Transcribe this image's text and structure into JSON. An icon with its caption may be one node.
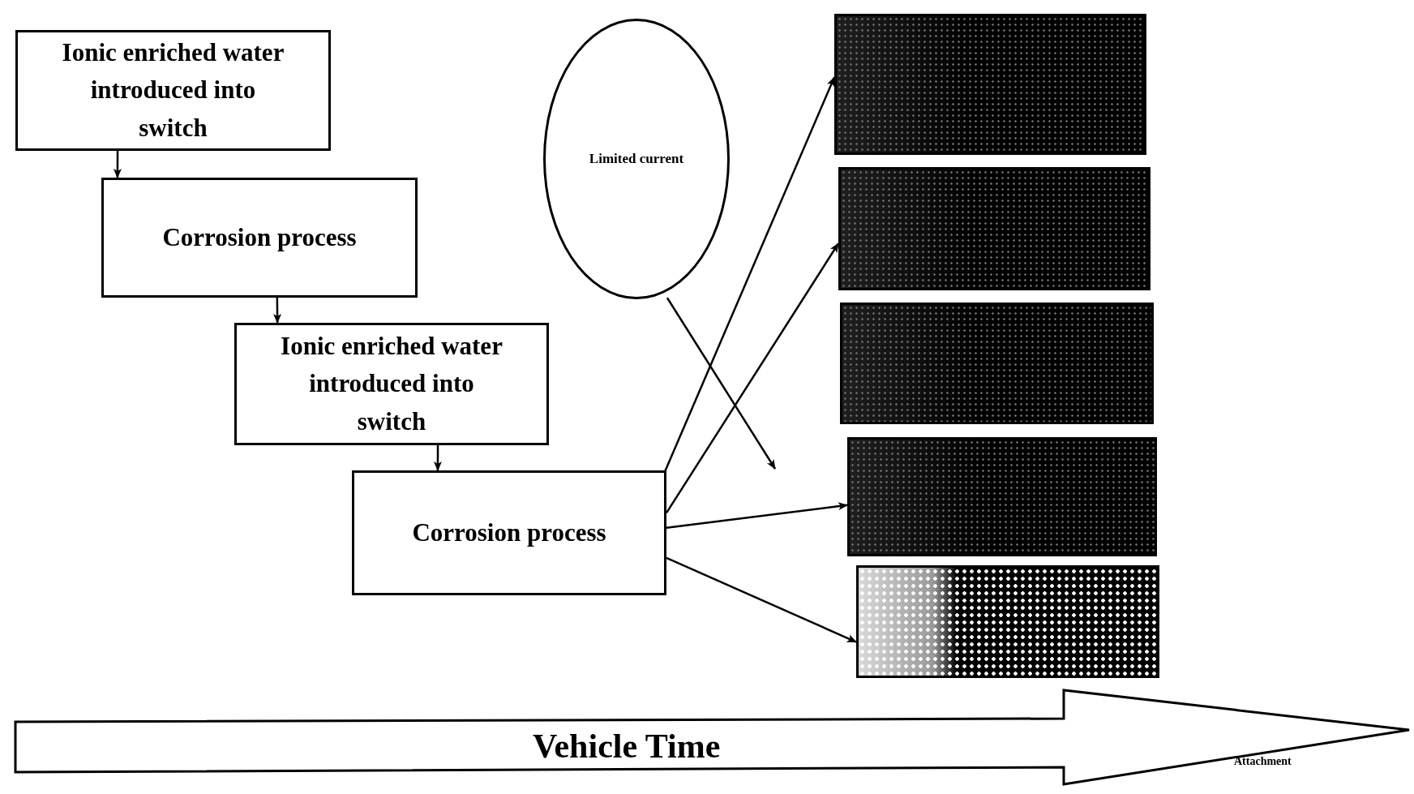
{
  "diagram": {
    "nodes": [
      {
        "text": [
          "Ionic enriched water introduced into switch"
        ]
      },
      {
        "text": [
          "Corrosion process"
        ]
      },
      {
        "text": [
          "Ionic enriched water introduced into switch"
        ]
      },
      {
        "text": [
          "Corrosion process"
        ]
      },
      {
        "text": [
          "Limited current"
        ]
      },
      {
        "text": [],
        "shape": "box"
      },
      {
        "text": [],
        "shape": "box"
      },
      {
        "text": [],
        "shape": "box"
      },
      {
        "text": [],
        "shape": "box"
      },
      {
        "text": [],
        "shape": "box"
      },
      {
        "text": [
          "Vehicle Time",
          "Attachment"
        ]
      }
    ],
    "edges": [
      {
        "from": 0,
        "to": 1,
        "arrow": "to"
      },
      {
        "from": 1,
        "to": 2,
        "arrow": "to"
      },
      {
        "from": 2,
        "to": 3,
        "arrow": "to"
      },
      {
        "from": 3,
        "to": 5,
        "arrow": "to"
      },
      {
        "from": 3,
        "to": 6,
        "arrow": "to"
      },
      {
        "from": 3,
        "to": 8,
        "arrow": "to"
      },
      {
        "from": 3,
        "to": 9,
        "arrow": "to"
      },
      {
        "from": 4,
        "to": null,
        "arrow": "to"
      }
    ]
  }
}
